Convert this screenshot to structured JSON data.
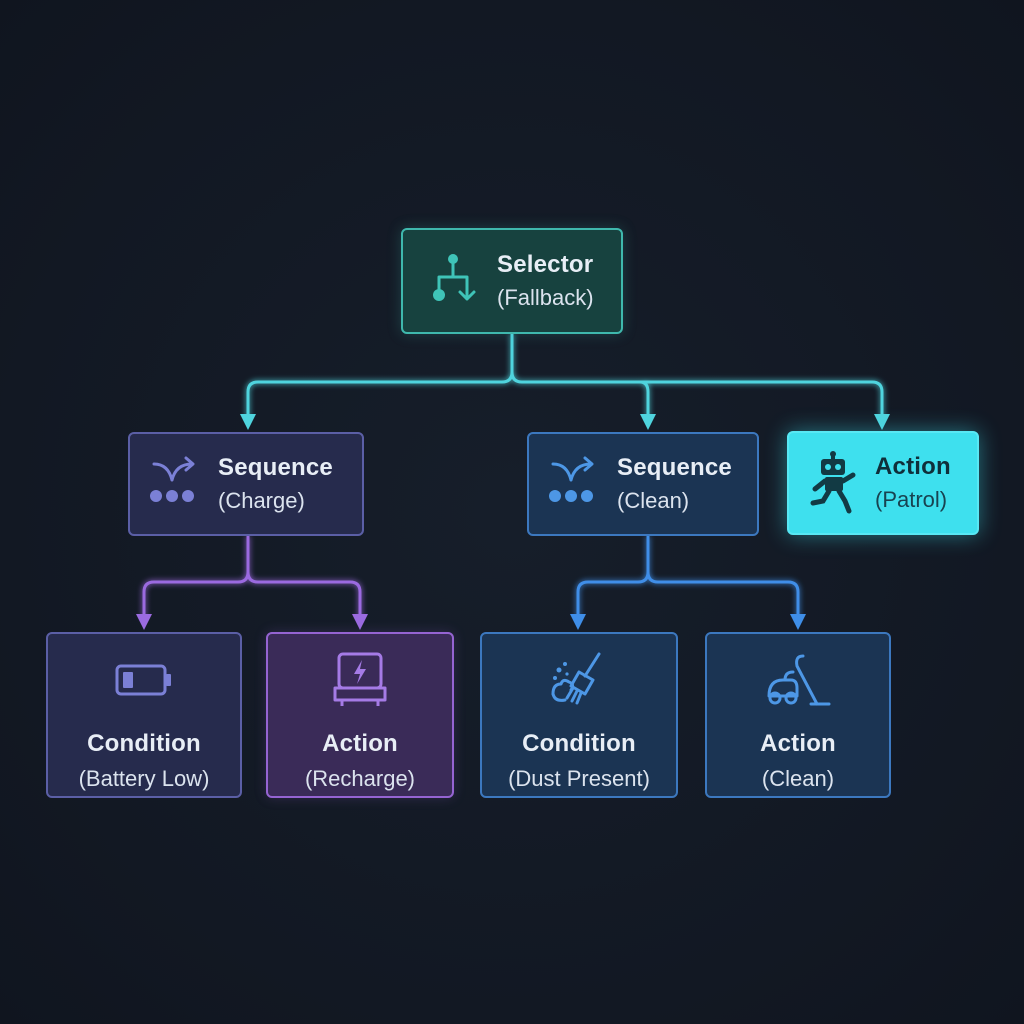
{
  "nodes": {
    "selector": {
      "title": "Selector",
      "subtitle": "(Fallback)",
      "icon": "branch-fallback-icon",
      "color": "#3fb8ad"
    },
    "seq_charge": {
      "title": "Sequence",
      "subtitle": "(Charge)",
      "icon": "sequence-icon",
      "color": "#5b5fa6"
    },
    "seq_clean": {
      "title": "Sequence",
      "subtitle": "(Clean)",
      "icon": "sequence-icon",
      "color": "#3c78bf"
    },
    "action_patrol": {
      "title": "Action",
      "subtitle": "(Patrol)",
      "icon": "running-robot-icon",
      "color": "#3ee0ee"
    },
    "cond_battery": {
      "title": "Condition",
      "subtitle": "(Battery Low)",
      "icon": "battery-low-icon",
      "color": "#5b5fa6"
    },
    "action_recharge": {
      "title": "Action",
      "subtitle": "(Recharge)",
      "icon": "charging-station-icon",
      "color": "#9564d2"
    },
    "cond_dust": {
      "title": "Condition",
      "subtitle": "(Dust Present)",
      "icon": "dust-brush-icon",
      "color": "#3c78bf"
    },
    "action_clean": {
      "title": "Action",
      "subtitle": "(Clean)",
      "icon": "vacuum-cleaner-icon",
      "color": "#3c78bf"
    }
  },
  "edges": [
    {
      "from": "selector",
      "to": "seq_charge",
      "color": "#4fd4de"
    },
    {
      "from": "selector",
      "to": "seq_clean",
      "color": "#4fd4de"
    },
    {
      "from": "selector",
      "to": "action_patrol",
      "color": "#4fd4de"
    },
    {
      "from": "seq_charge",
      "to": "cond_battery",
      "color": "#9b6be0"
    },
    {
      "from": "seq_charge",
      "to": "action_recharge",
      "color": "#9b6be0"
    },
    {
      "from": "seq_clean",
      "to": "cond_dust",
      "color": "#3f8ee8"
    },
    {
      "from": "seq_clean",
      "to": "action_clean",
      "color": "#3f8ee8"
    }
  ]
}
